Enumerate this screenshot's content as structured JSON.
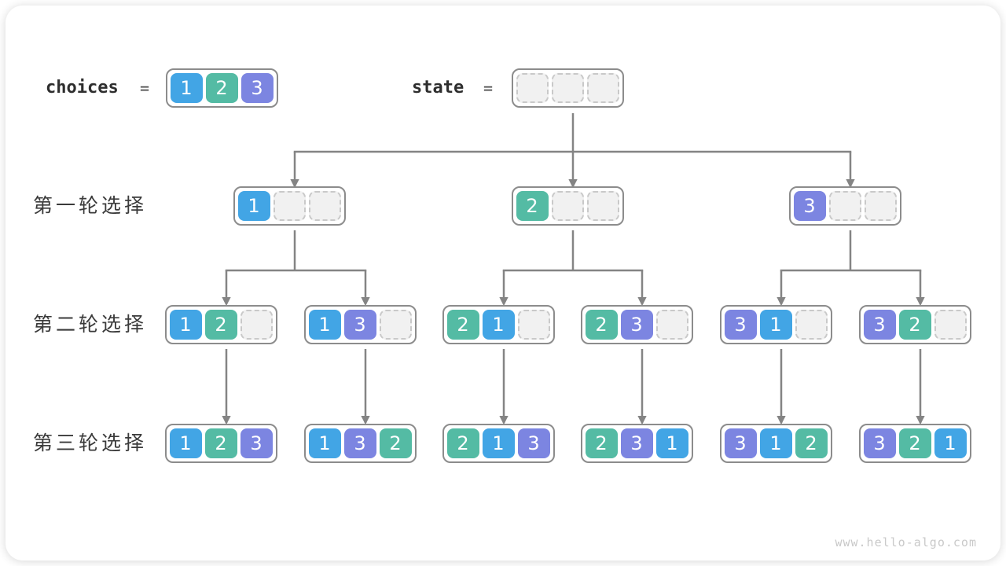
{
  "page": {
    "watermark": "www.hello-algo.com"
  },
  "header": {
    "choices_label": "choices",
    "state_label": "state",
    "equals": "=",
    "choices": [
      1,
      2,
      3
    ],
    "state": [
      null,
      null,
      null
    ]
  },
  "colors": {
    "c1": "#42A5E5",
    "c2": "#54BBA4",
    "c3": "#7C85E1",
    "empty_fill": "#F1F1F1",
    "empty_border": "#C9C9C9",
    "box_border": "#8C8C8C",
    "line": "#848484"
  },
  "rows": [
    {
      "label": "第一轮选择",
      "nodes": [
        [
          1,
          null,
          null
        ],
        [
          2,
          null,
          null
        ],
        [
          3,
          null,
          null
        ]
      ]
    },
    {
      "label": "第二轮选择",
      "nodes": [
        [
          1,
          2,
          null
        ],
        [
          1,
          3,
          null
        ],
        [
          2,
          1,
          null
        ],
        [
          2,
          3,
          null
        ],
        [
          3,
          1,
          null
        ],
        [
          3,
          2,
          null
        ]
      ]
    },
    {
      "label": "第三轮选择",
      "nodes": [
        [
          1,
          2,
          3
        ],
        [
          1,
          3,
          2
        ],
        [
          2,
          1,
          3
        ],
        [
          2,
          3,
          1
        ],
        [
          3,
          1,
          2
        ],
        [
          3,
          2,
          1
        ]
      ]
    }
  ]
}
